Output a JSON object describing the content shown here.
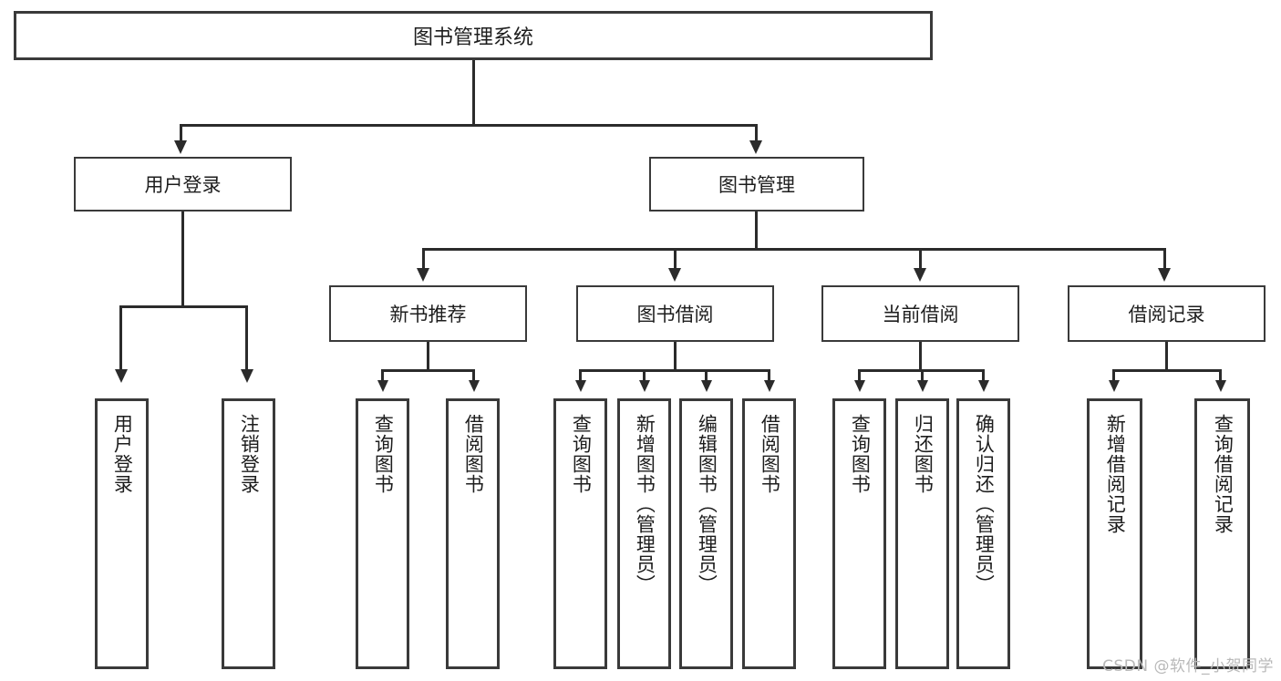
{
  "diagram": {
    "title": "图书管理系统",
    "watermark": "CSDN @软件_小贺同学",
    "type": "tree",
    "accent_color": "#3a3a3a",
    "background_color": "#ffffff",
    "connector_color": "#2b2b2b"
  },
  "root": {
    "label": "图书管理系统"
  },
  "level1": [
    {
      "label": "用户登录"
    },
    {
      "label": "图书管理"
    }
  ],
  "level2": [
    {
      "label": "新书推荐"
    },
    {
      "label": "图书借阅"
    },
    {
      "label": "当前借阅"
    },
    {
      "label": "借阅记录"
    }
  ],
  "leaves": {
    "user_login": [
      {
        "label": "用户登录"
      },
      {
        "label": "注销登录"
      }
    ],
    "new_book_recommend": [
      {
        "label": "查询图书"
      },
      {
        "label": "借阅图书"
      }
    ],
    "book_borrow": [
      {
        "label": "查询图书"
      },
      {
        "label": "新增图书（管理员）"
      },
      {
        "label": "编辑图书（管理员）"
      },
      {
        "label": "借阅图书"
      }
    ],
    "current_borrow": [
      {
        "label": "查询图书"
      },
      {
        "label": "归还图书"
      },
      {
        "label": "确认归还（管理员）"
      }
    ],
    "borrow_record": [
      {
        "label": "新增借阅记录"
      },
      {
        "label": "查询借阅记录"
      }
    ]
  }
}
